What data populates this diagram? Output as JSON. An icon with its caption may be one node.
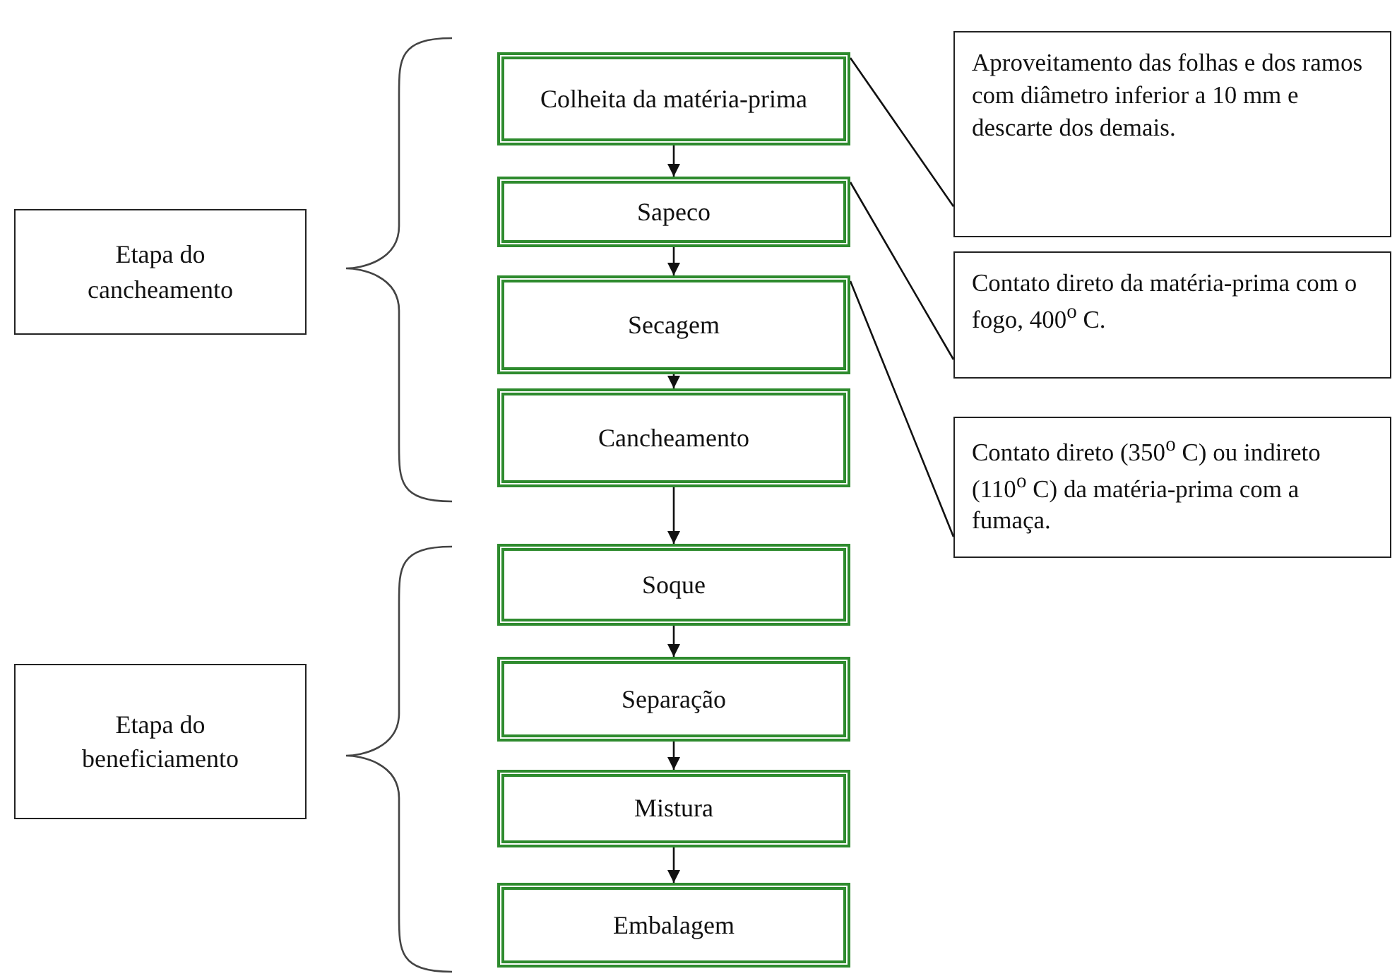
{
  "diagram": {
    "nodes": [
      {
        "text": [
          "Colheita da matéria-prima"
        ]
      },
      {
        "text": [
          "Sapeco"
        ]
      },
      {
        "text": [
          "Secagem"
        ]
      },
      {
        "text": [
          "Cancheamento"
        ]
      },
      {
        "text": [
          "Soque"
        ]
      },
      {
        "text": [
          "Separação"
        ]
      },
      {
        "text": [
          "Mistura"
        ]
      },
      {
        "text": [
          "Embalagem"
        ]
      },
      {
        "text": [
          "Etapa do cancheamento"
        ]
      },
      {
        "text": [
          "Etapa do beneficiamento"
        ]
      },
      {
        "text": [
          "Aproveitamento das folhas e dos ramos com diâmetro inferior a 10 mm e descarte dos demais."
        ]
      },
      {
        "text": [
          "Contato direto da matéria-prima com o fogo, 400$^{o}$ C."
        ]
      },
      {
        "text": [
          "Contato direto (350$^{o}$ C) ou indireto (110$^{o}$ C) da matéria-prima com a fumaça."
        ]
      }
    ],
    "edges": [
      {
        "from": 0,
        "to": 1,
        "arrow": "to"
      },
      {
        "from": 1,
        "to": 2,
        "arrow": "to"
      },
      {
        "from": 2,
        "to": 3,
        "arrow": "to"
      },
      {
        "from": 3,
        "to": 4,
        "arrow": "to"
      },
      {
        "from": 4,
        "to": 5,
        "arrow": "to"
      },
      {
        "from": 5,
        "to": 6,
        "arrow": "to"
      },
      {
        "from": 6,
        "to": 7,
        "arrow": "to"
      },
      {
        "from": 0,
        "to": 10,
        "arrow": "none"
      },
      {
        "from": 1,
        "to": 11,
        "arrow": "none"
      },
      {
        "from": 2,
        "to": 12,
        "arrow": "none"
      }
    ]
  }
}
